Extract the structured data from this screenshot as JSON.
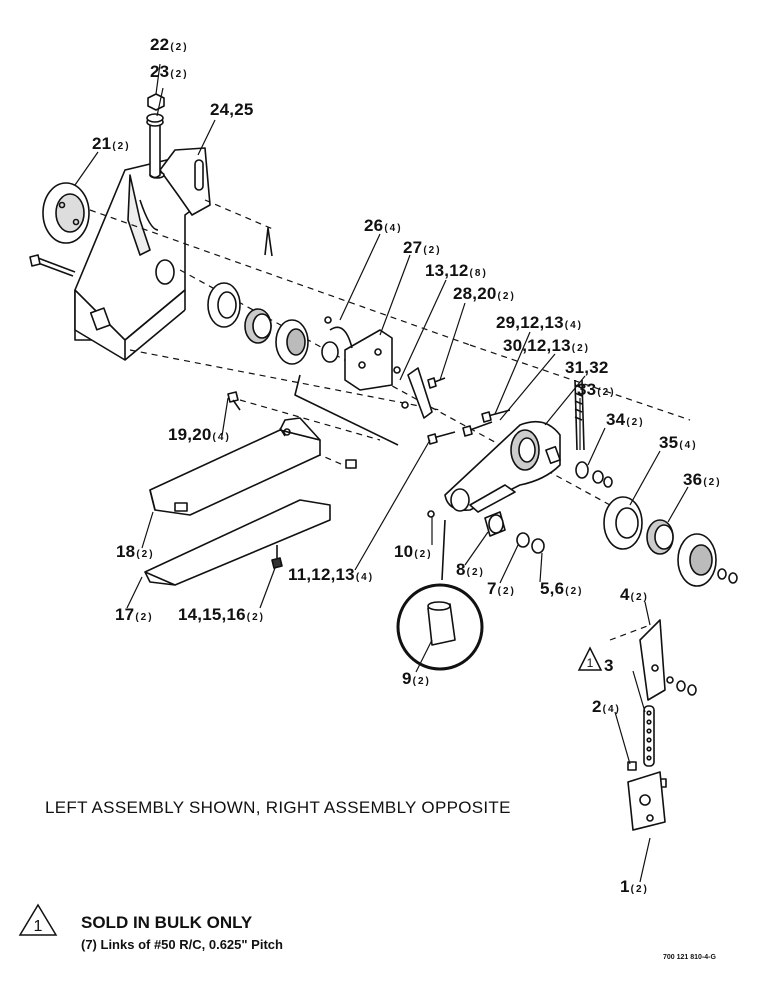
{
  "labels": [
    {
      "id": "22",
      "text": "22",
      "qty": "(2)"
    },
    {
      "id": "23",
      "text": "23",
      "qty": "(2)"
    },
    {
      "id": "24_25",
      "text": "24,25",
      "qty": ""
    },
    {
      "id": "21",
      "text": "21",
      "qty": "(2)"
    },
    {
      "id": "26",
      "text": "26",
      "qty": "(4)"
    },
    {
      "id": "27",
      "text": "27",
      "qty": "(2)"
    },
    {
      "id": "13_12",
      "text": "13,12",
      "qty": "(8)"
    },
    {
      "id": "28_20",
      "text": "28,20",
      "qty": "(2)"
    },
    {
      "id": "29_12_13",
      "text": "29,12,13",
      "qty": "(4)"
    },
    {
      "id": "30_12_13",
      "text": "30,12,13",
      "qty": "(2)"
    },
    {
      "id": "31_32",
      "text": "31,32",
      "qty": ""
    },
    {
      "id": "33",
      "text": "33",
      "qty": "(2)"
    },
    {
      "id": "34",
      "text": "34",
      "qty": "(2)"
    },
    {
      "id": "35",
      "text": "35",
      "qty": "(4)"
    },
    {
      "id": "36",
      "text": "36",
      "qty": "(2)"
    },
    {
      "id": "19_20",
      "text": "19,20",
      "qty": "(4)"
    },
    {
      "id": "18",
      "text": "18",
      "qty": "(2)"
    },
    {
      "id": "10",
      "text": "10",
      "qty": "(2)"
    },
    {
      "id": "11_12_13",
      "text": "11,12,13",
      "qty": "(4)"
    },
    {
      "id": "8",
      "text": "8",
      "qty": "(2)"
    },
    {
      "id": "7",
      "text": "7",
      "qty": "(2)"
    },
    {
      "id": "5_6",
      "text": "5,6",
      "qty": "(2)"
    },
    {
      "id": "17",
      "text": "17",
      "qty": "(2)"
    },
    {
      "id": "14_15_16",
      "text": "14,15,16",
      "qty": "(2)"
    },
    {
      "id": "9",
      "text": "9",
      "qty": "(2)"
    },
    {
      "id": "4",
      "text": "4",
      "qty": "(2)"
    },
    {
      "id": "3",
      "text": "3",
      "qty": ""
    },
    {
      "id": "2",
      "text": "2",
      "qty": "(4)"
    },
    {
      "id": "1",
      "text": "1",
      "qty": "(2)"
    }
  ],
  "caption": "LEFT ASSEMBLY SHOWN, RIGHT ASSEMBLY OPPOSITE",
  "note": {
    "marker": "1",
    "title": "SOLD IN BULK ONLY",
    "detail": "(7) Links of #50 R/C, 0.625\" Pitch"
  },
  "figure_code": "700 121 810-4-G"
}
